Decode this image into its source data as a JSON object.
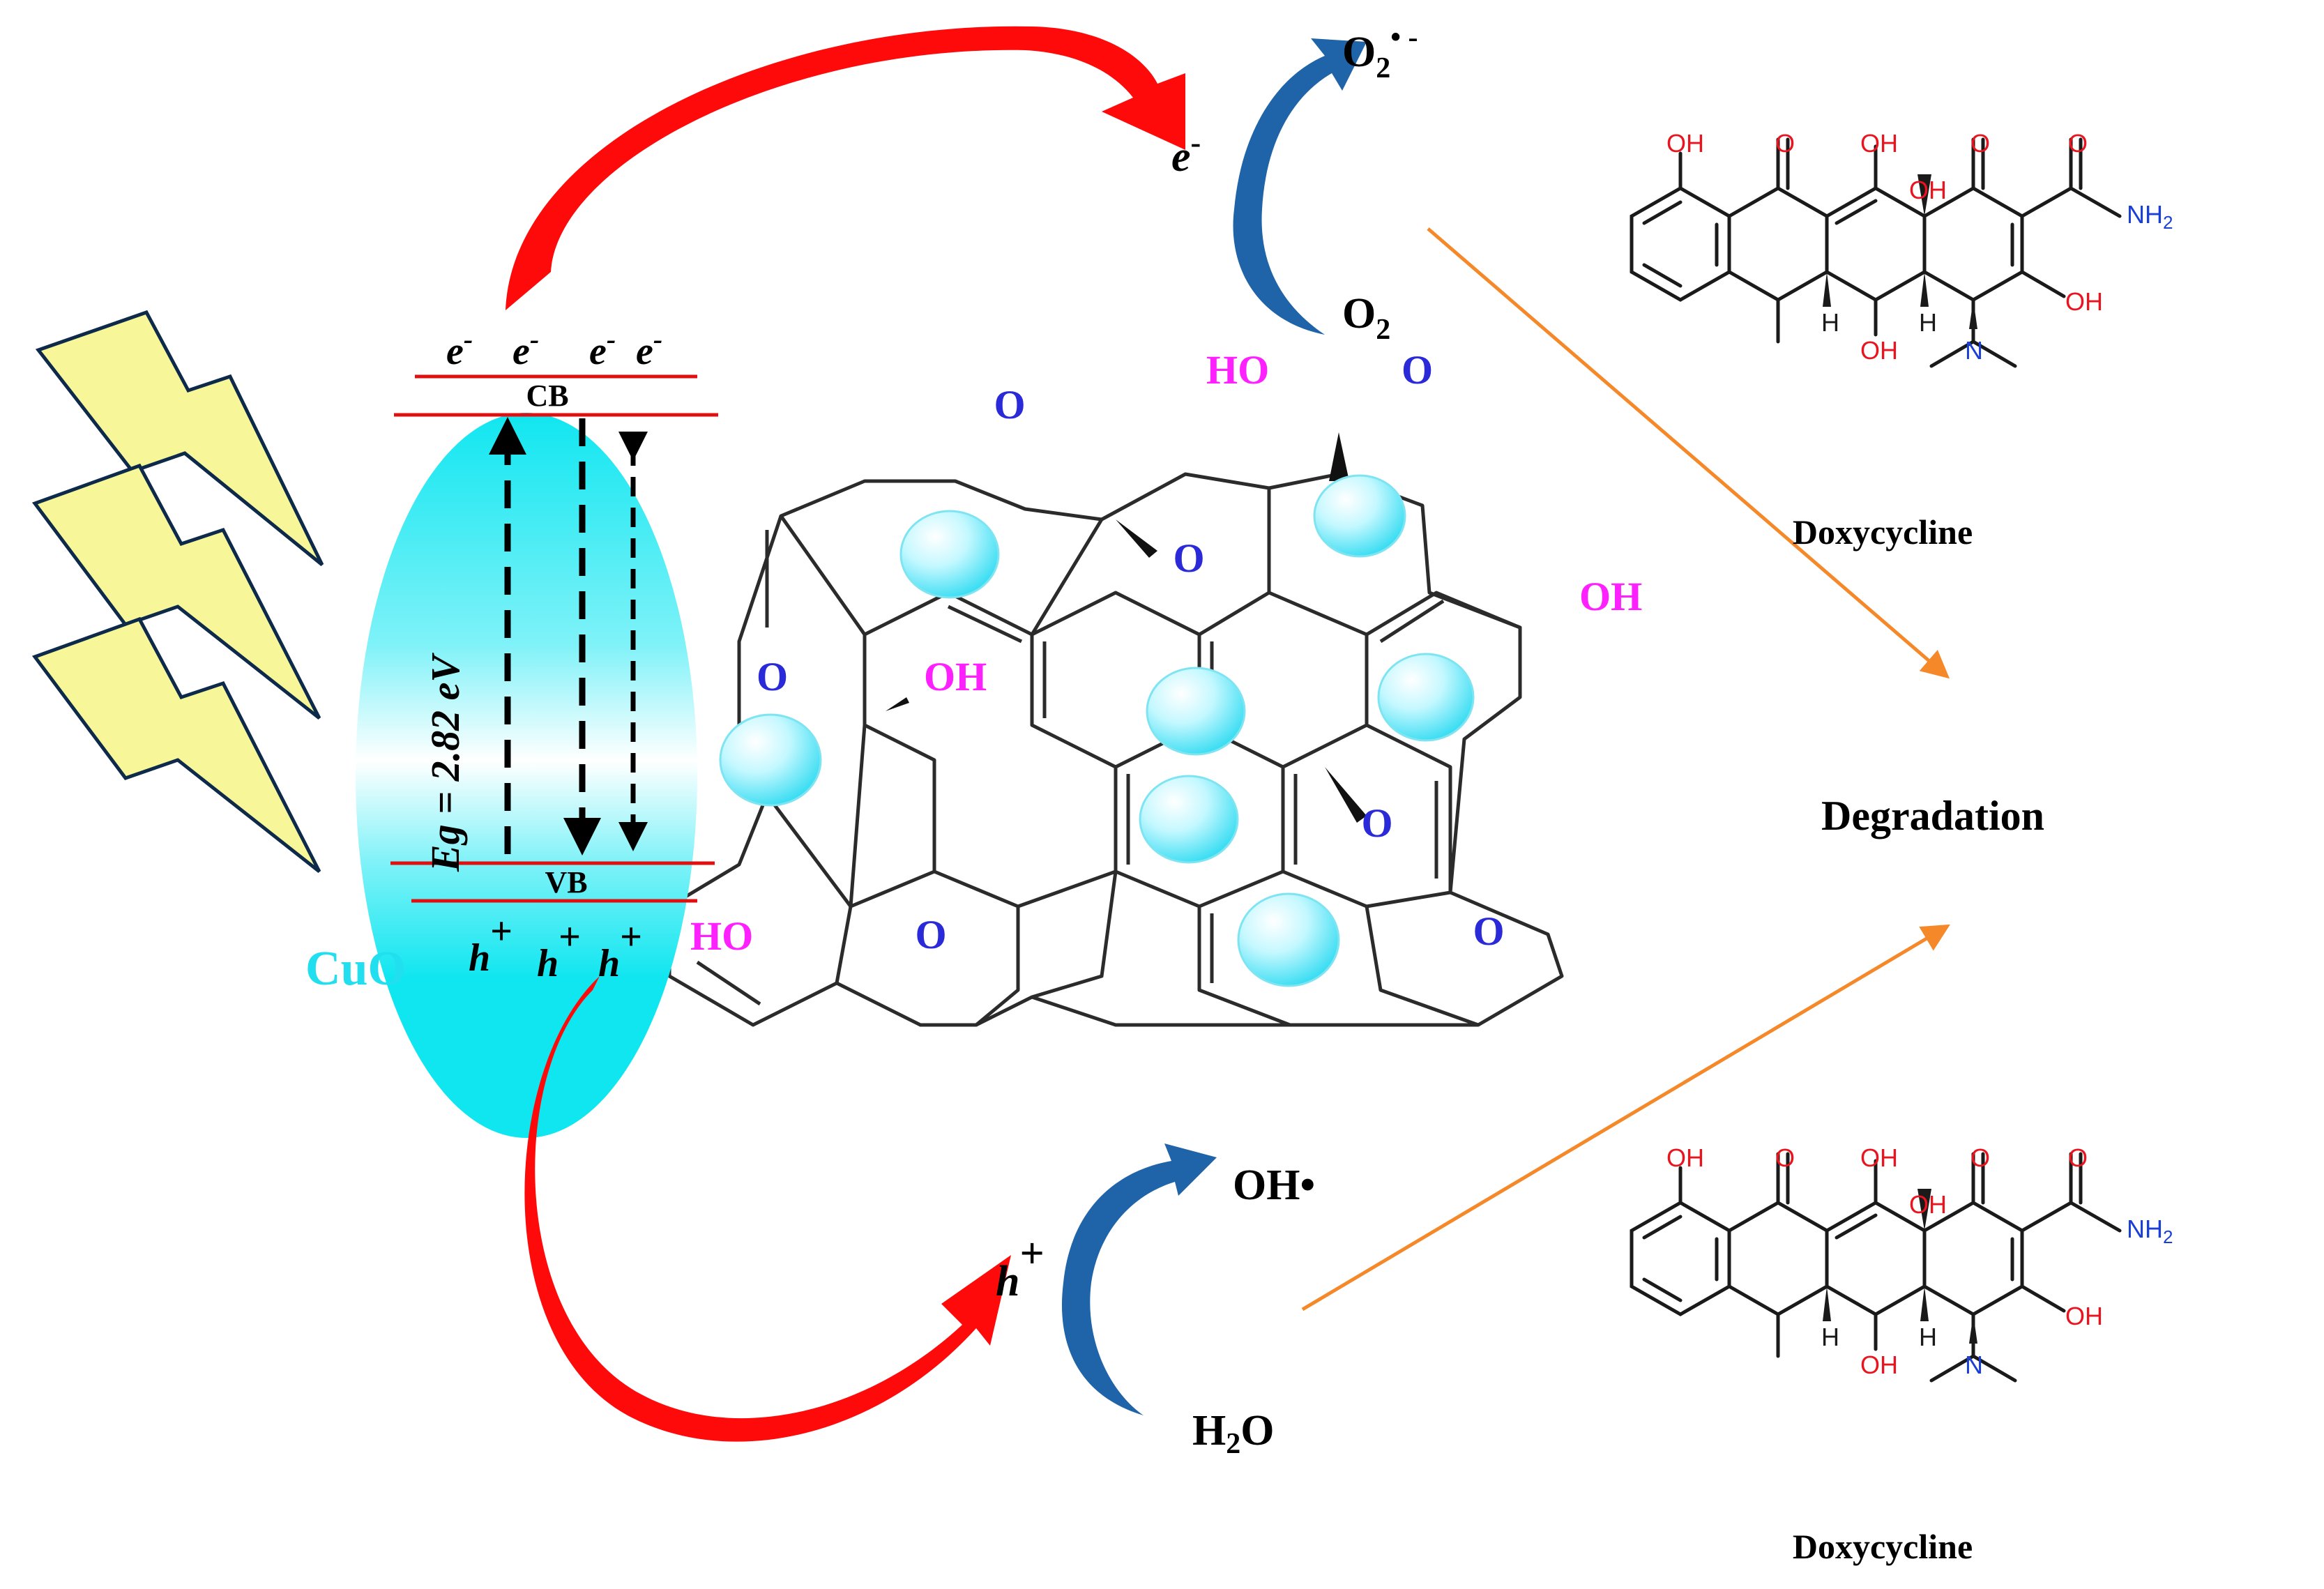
{
  "colors": {
    "ellipse_fill": "#16e8f2",
    "band_line": "#e01010",
    "arrow_red": "#ff0a0a",
    "arrow_blue": "#1f63a8",
    "guide_orange": "#f5892a",
    "oxygen_blue": "#2a2ad8",
    "hydroxyl_magenta": "#ff20ff",
    "bubble": "#9ff0ff",
    "bolt_fill": "#f7f79a",
    "cuo_label": "#22dff0",
    "chem_red": "#e8141e",
    "chem_blue": "#1a3fd6"
  },
  "semiconductor": {
    "label": "CuO",
    "cb_label": "CB",
    "vb_label": "VB",
    "bandgap_label": "Eg = 2.82 eV",
    "electrons": [
      "e",
      "e",
      "e",
      "e"
    ],
    "holes": [
      "h",
      "h",
      "h"
    ],
    "electron_sup": "-",
    "hole_sup": "+"
  },
  "graphene_oxide": {
    "o_top": "O",
    "carboxyl_ho": "HO",
    "carboxyl_o": "O",
    "epoxy_o_1": "O",
    "epoxy_o_2": "O",
    "epoxy_o_3": "O",
    "epoxy_o_4": "O",
    "left_o": "O",
    "oh_right": "OH",
    "oh_mid": "OH",
    "ho_left": "HO"
  },
  "reactions": {
    "electron": "e",
    "electron_sup": "-",
    "superoxide_base": "O",
    "superoxide_sub": "2",
    "superoxide_sup": "• -",
    "oxygen_base": "O",
    "oxygen_sub": "2",
    "hole": "h",
    "hole_sup": "+",
    "hydroxyl_radical": "OH•",
    "water_h": "H",
    "water_sub": "2",
    "water_o": "O"
  },
  "degradation_label": "Degradation",
  "molecules": [
    {
      "name": "Doxycycline",
      "labels": {
        "oh_phenol": "OH",
        "o_ketone1": "O",
        "oh_enol": "OH",
        "o_ketone2": "O",
        "oh_tert": "OH",
        "o_amide": "O",
        "nh2": "NH",
        "nh2_sub": "2",
        "oh_ring": "OH",
        "h1": "H",
        "h2": "H",
        "oh_low": "OH",
        "n": "N"
      }
    },
    {
      "name": "Doxycycline",
      "labels": {
        "oh_phenol": "OH",
        "o_ketone1": "O",
        "oh_enol": "OH",
        "o_ketone2": "O",
        "oh_tert": "OH",
        "o_amide": "O",
        "nh2": "NH",
        "nh2_sub": "2",
        "oh_ring": "OH",
        "h1": "H",
        "h2": "H",
        "oh_low": "OH",
        "n": "N"
      }
    }
  ]
}
